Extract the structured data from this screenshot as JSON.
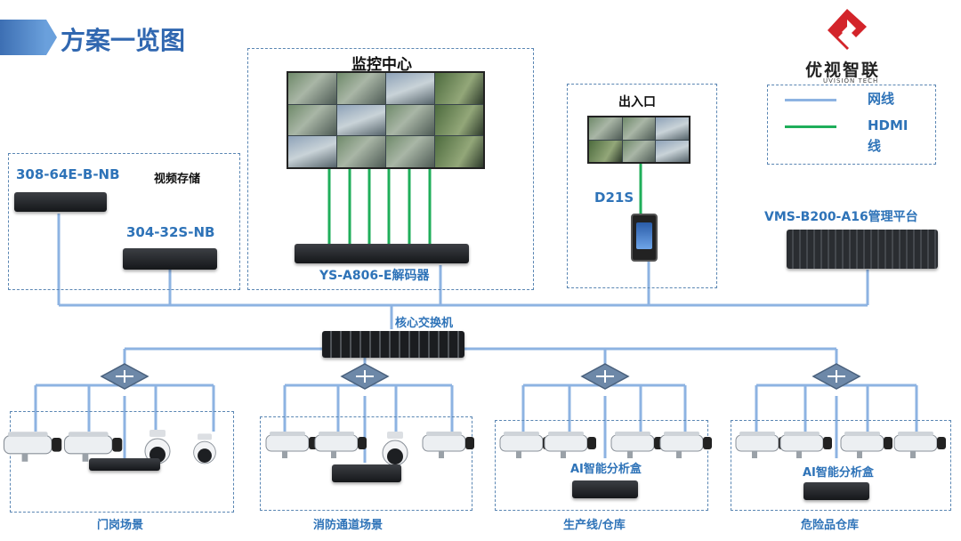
{
  "header": {
    "title": "方案一览图"
  },
  "logo": {
    "cn": "优视智联",
    "en": "UVISION TECH"
  },
  "legend": {
    "network": "网线",
    "hdmi_line1": "HDMI",
    "hdmi_line2": "线"
  },
  "monitor_center": {
    "title": "监控中心",
    "decoder": "YS-A806-E解码器"
  },
  "storage": {
    "title": "视频存储",
    "nvr1": "308-64E-B-NB",
    "nvr2": "304-32S-NB"
  },
  "entrance": {
    "title": "出入口",
    "device": "D21S"
  },
  "platform": {
    "label": "VMS-B200-A16管理平台"
  },
  "core_switch": {
    "label": "核心交换机"
  },
  "scenes": {
    "s1": "门岗场景",
    "s2": "消防通道场景",
    "s3": "生产线/仓库",
    "s4": "危险品仓库",
    "ai_box_3": "AI智能分析盒",
    "ai_box_4": "AI智能分析盒"
  },
  "colors": {
    "network_line": "#8db3e2",
    "hdmi_line": "#1fae5a",
    "label_blue": "#2e73b8"
  }
}
